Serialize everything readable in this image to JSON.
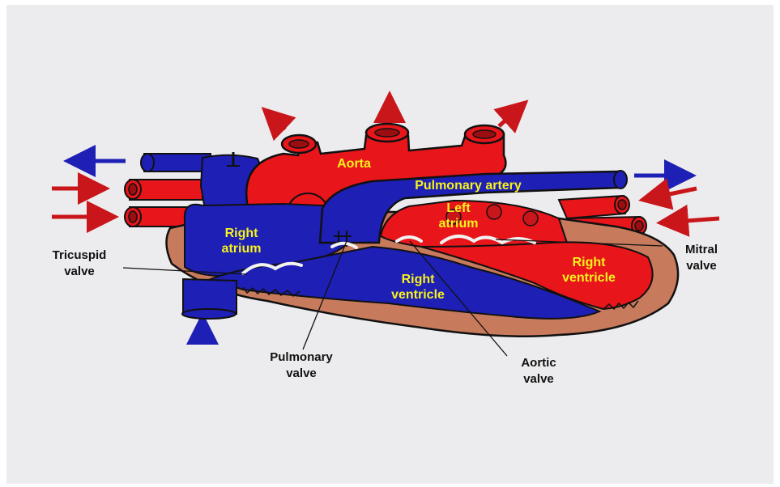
{
  "labels": {
    "aorta": "Aorta",
    "pulmonary_artery": "Pulmonary artery",
    "left_atrium": [
      "Left",
      "atrium"
    ],
    "right_atrium": [
      "Right",
      "atrium"
    ],
    "right_ventricle_center": [
      "Right",
      "ventricle"
    ],
    "right_ventricle_side": [
      "Right",
      "ventricle"
    ],
    "tricuspid_valve": [
      "Tricuspid",
      "valve"
    ],
    "mitral_valve": [
      "Mitral",
      "valve"
    ],
    "pulmonary_valve": [
      "Pulmonary",
      "valve"
    ],
    "aortic_valve": [
      "Aortic",
      "valve"
    ]
  },
  "colors": {
    "oxygenated": "#e8151a",
    "deoxygenated": "#1d1fb5",
    "muscle_wall": "#c77a5c",
    "inner_label": "#f7f21d",
    "outer_label": "#111111",
    "paper": "#ecebed"
  }
}
